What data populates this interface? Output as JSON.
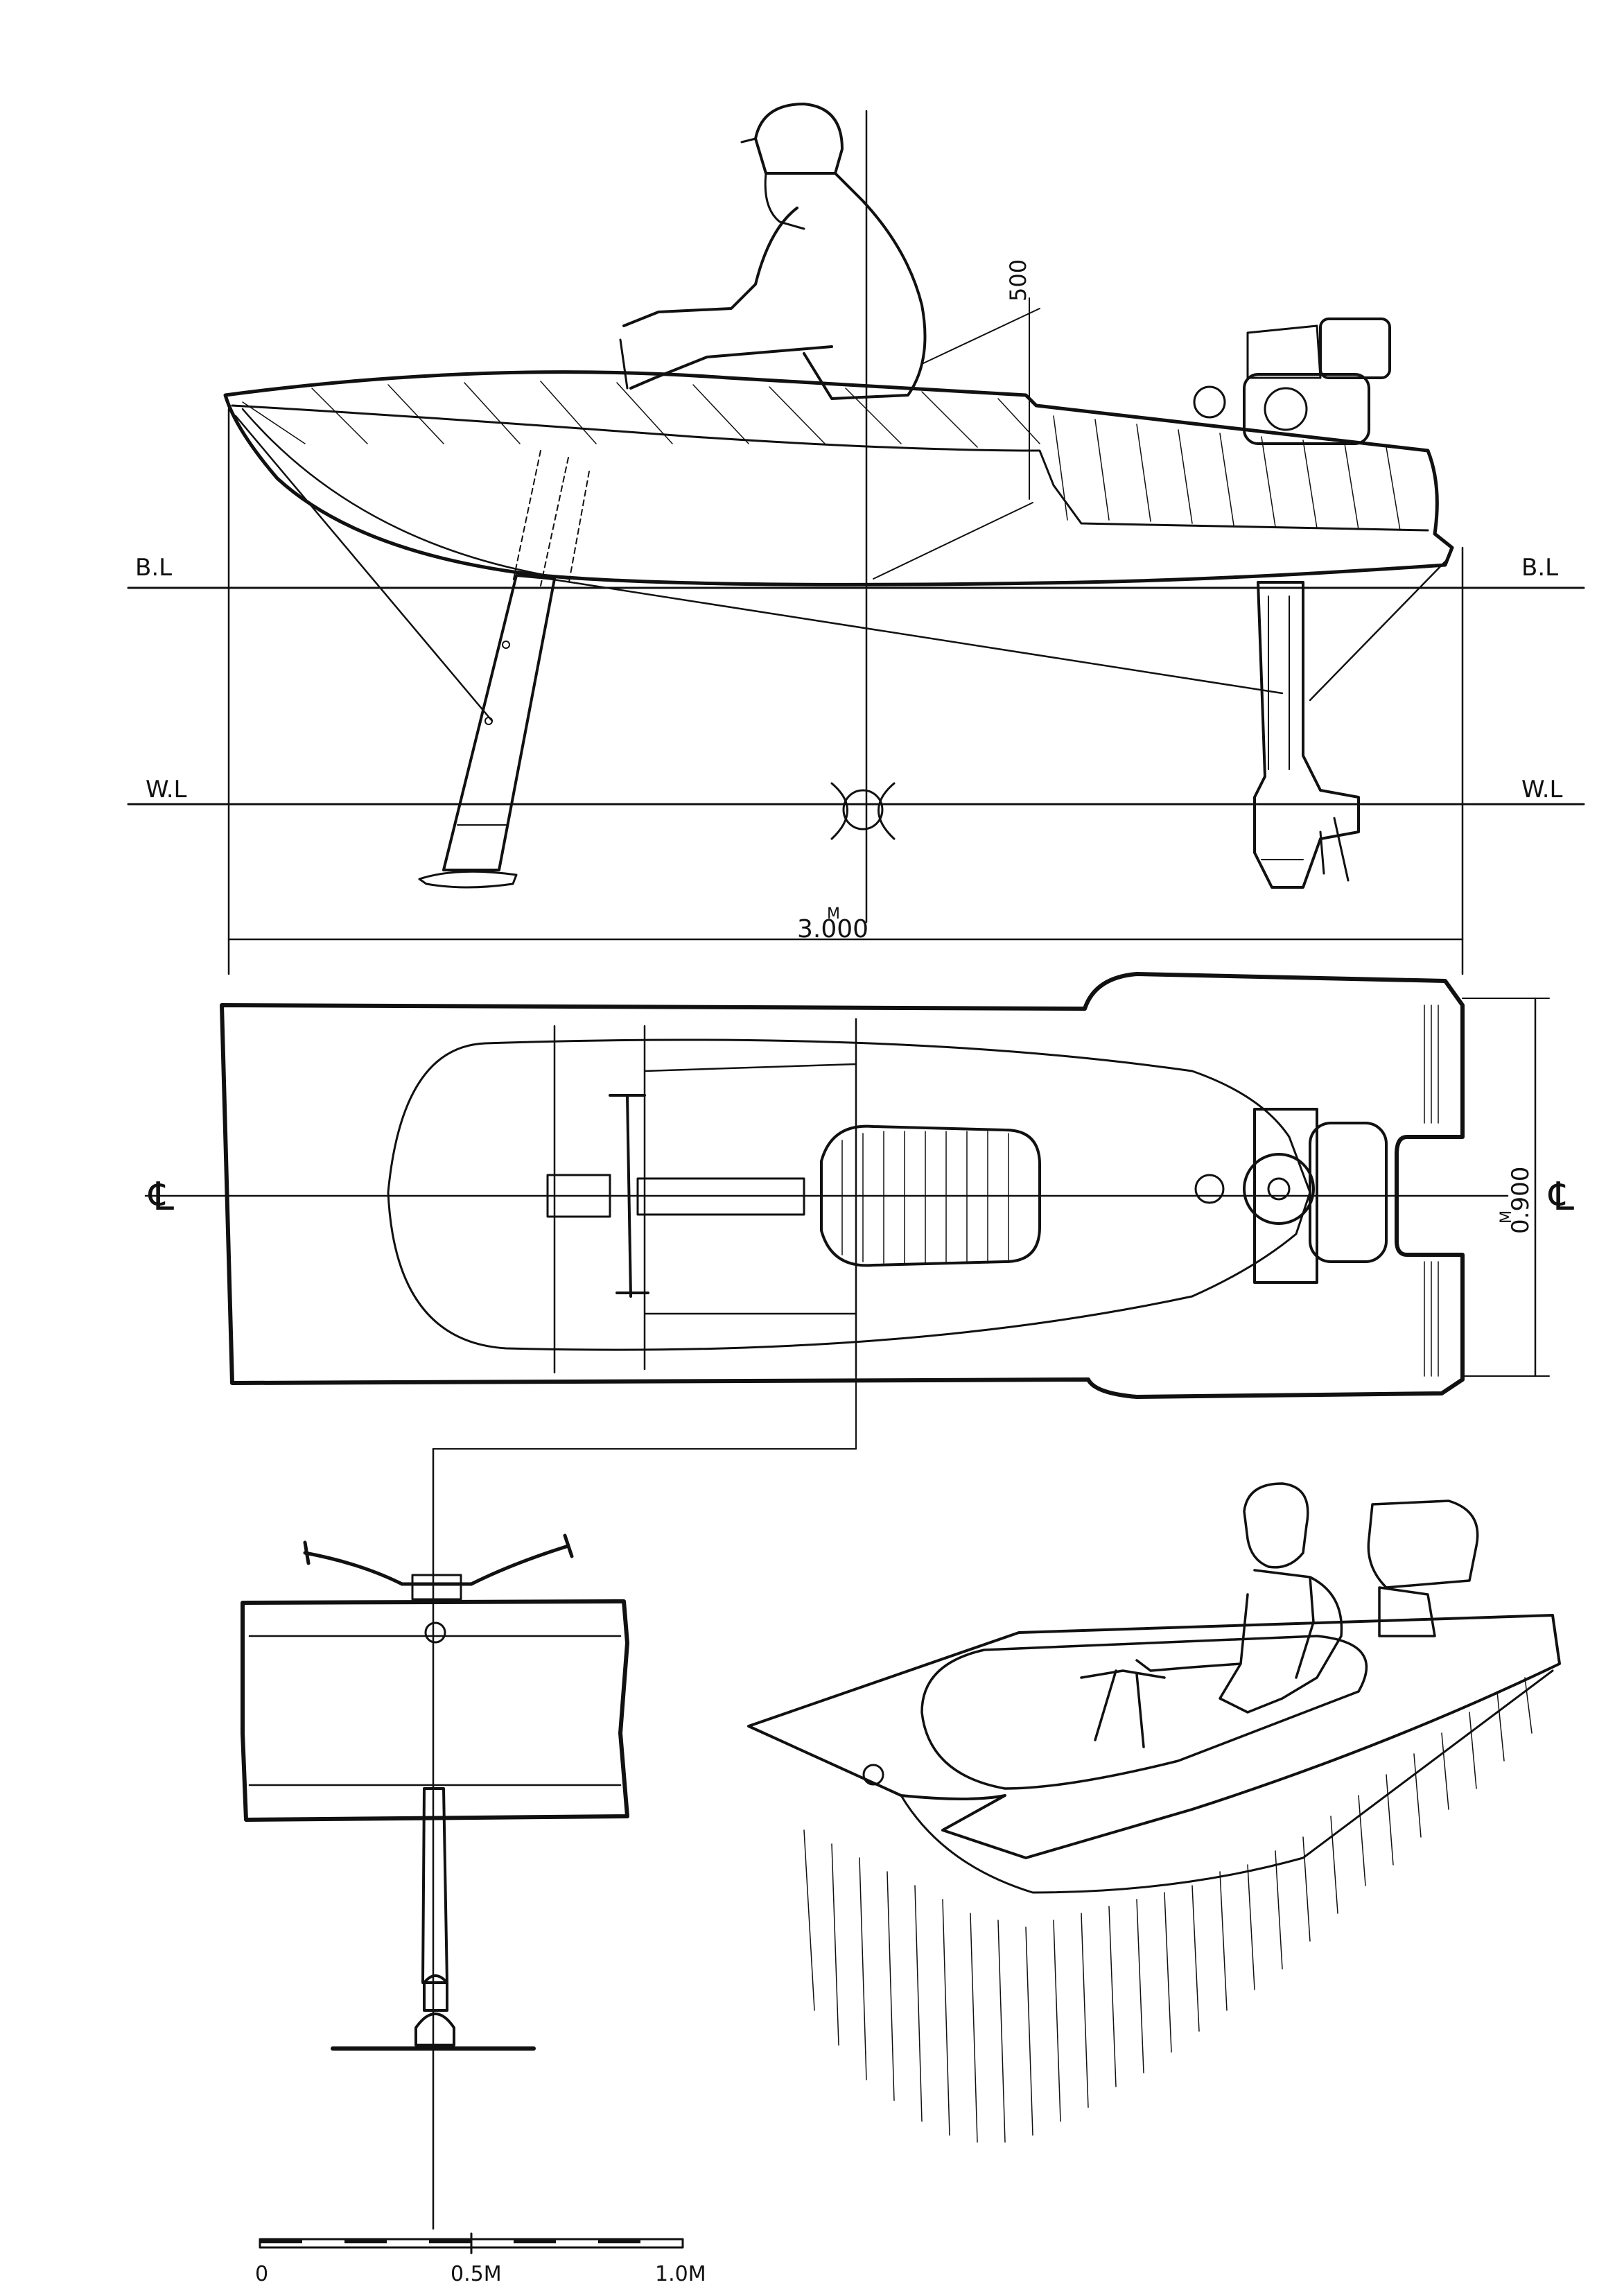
{
  "side_view": {
    "base_line_label_left": "B.L",
    "base_line_label_right": "B.L",
    "water_line_label_left": "W.L",
    "water_line_label_right": "W.L",
    "height_dimension": "500",
    "length_dimension_unit": "M",
    "length_dimension": "3.000"
  },
  "top_view": {
    "centerline_symbol_left": "℄",
    "centerline_symbol_right": "℄",
    "beam_dimension_unit": "M",
    "beam_dimension": "0.900"
  },
  "scale_bar": {
    "label_start": "0",
    "label_mid": "0.5M",
    "label_end": "1.0M"
  }
}
